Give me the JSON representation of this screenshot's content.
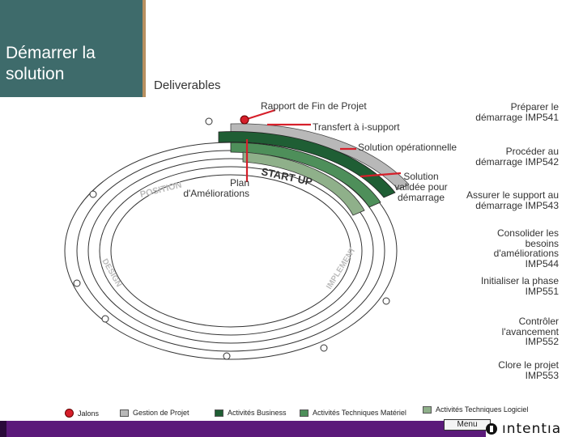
{
  "header": {
    "title": "Démarrer la solution",
    "subtitle": "Deliverables"
  },
  "deliverables": {
    "rapport": "Rapport de Fin de Projet",
    "transfert": "Transfert à i-support",
    "solution_op": "Solution opérationnelle",
    "plan": "Plan d'Améliorations",
    "solution_validee": "Solution validée pour démarrage"
  },
  "ring_labels": {
    "position": "POSITION",
    "start_up": "START UP",
    "design": "DESIGN",
    "implement": "IMPLEMENT"
  },
  "steps": [
    "Préparer le démarrage IMP541",
    "Procéder au démarrage IMP542",
    "Assurer le support au démarrage IMP543",
    "Consolider les besoins d'améliorations IMP544",
    "Initialiser la phase IMP551",
    "Contrôler l'avancement IMP552",
    "Clore le projet IMP553"
  ],
  "legend": {
    "jalons": "Jalons",
    "gestion": "Gestion de Projet",
    "business": "Activités Business",
    "materiel": "Activités Techniques Matériel",
    "logiciel": "Activités Techniques Logiciel"
  },
  "footer": {
    "menu_label": "Menu",
    "brand": "ıntentıa"
  },
  "colors": {
    "title_bg": "#3e6b6b",
    "dark_green": "#1f5e34",
    "mid_green": "#4e8f5a",
    "light_green": "#8fb08a",
    "gray_band": "#b8b8b8",
    "red": "#d61f2a",
    "purple": "#5b1a7a"
  }
}
